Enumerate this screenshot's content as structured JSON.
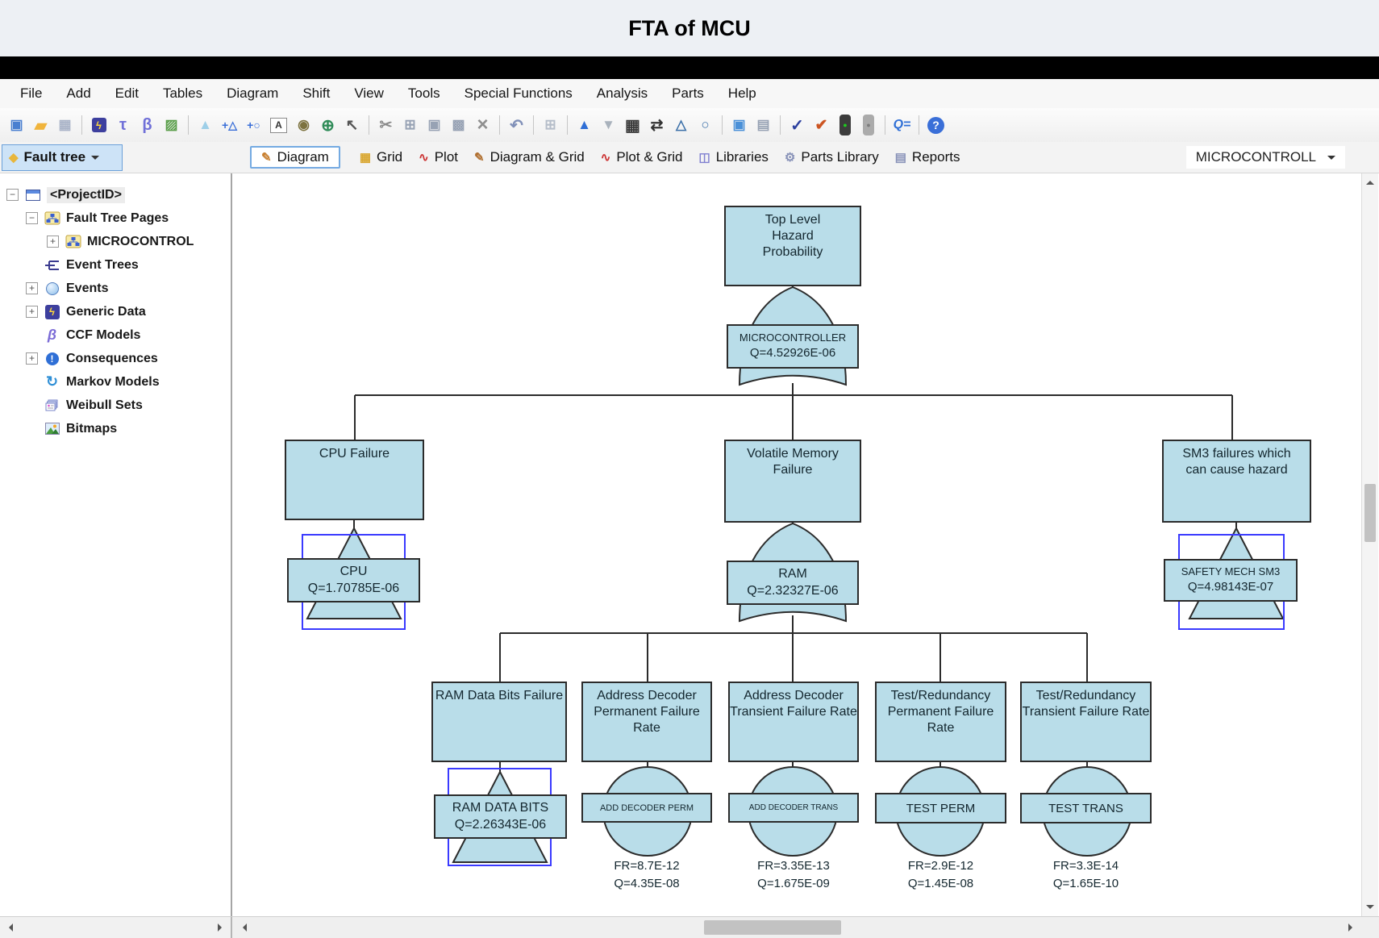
{
  "window": {
    "title": "FTA of MCU"
  },
  "menu": {
    "items": [
      "File",
      "Add",
      "Edit",
      "Tables",
      "Diagram",
      "Shift",
      "View",
      "Tools",
      "Special Functions",
      "Analysis",
      "Parts",
      "Help"
    ]
  },
  "toolbar": {
    "icons": [
      {
        "name": "new-project",
        "glyph": "▣"
      },
      {
        "name": "open-project",
        "glyph": "▰"
      },
      {
        "name": "save",
        "glyph": "▦"
      },
      {
        "name": "generic-data",
        "glyph": "ϟ"
      },
      {
        "name": "tau",
        "glyph": "τ"
      },
      {
        "name": "beta",
        "glyph": "β"
      },
      {
        "name": "image",
        "glyph": "▨"
      },
      {
        "name": "gate-wizard",
        "glyph": "▲"
      },
      {
        "name": "add-gate",
        "glyph": "+△"
      },
      {
        "name": "add-event",
        "glyph": "+○"
      },
      {
        "name": "text-box",
        "glyph": "A"
      },
      {
        "name": "search-document",
        "glyph": "◉"
      },
      {
        "name": "internet",
        "glyph": "⊕"
      },
      {
        "name": "select-cursor",
        "glyph": "↖"
      },
      {
        "name": "cut",
        "glyph": "✂"
      },
      {
        "name": "copy",
        "glyph": "⊞"
      },
      {
        "name": "paste",
        "glyph": "▣"
      },
      {
        "name": "paste-special",
        "glyph": "▩"
      },
      {
        "name": "delete",
        "glyph": "×"
      },
      {
        "name": "undo",
        "glyph": "↶"
      },
      {
        "name": "copy-page",
        "glyph": "⊞"
      },
      {
        "name": "move-up",
        "glyph": "▲"
      },
      {
        "name": "move-down",
        "glyph": "▼"
      },
      {
        "name": "grid-table",
        "glyph": "▦"
      },
      {
        "name": "fit-page",
        "glyph": "⇄"
      },
      {
        "name": "find-gate",
        "glyph": "△"
      },
      {
        "name": "find-event",
        "glyph": "○"
      },
      {
        "name": "computer-monitor",
        "glyph": "▣"
      },
      {
        "name": "report-options",
        "glyph": "▤"
      },
      {
        "name": "spell-check",
        "glyph": "✓"
      },
      {
        "name": "check-report",
        "glyph": "✔"
      },
      {
        "name": "traffic-light-go",
        "glyph": "●"
      },
      {
        "name": "traffic-light-stop",
        "glyph": "●"
      },
      {
        "name": "q-value",
        "glyph": "Q="
      },
      {
        "name": "help",
        "glyph": "?"
      }
    ]
  },
  "viewbar": {
    "scope_button": {
      "label": "Fault tree",
      "icon_glyph": "◆"
    },
    "views": [
      {
        "label": "Diagram",
        "glyph": "✎"
      },
      {
        "label": "Grid",
        "glyph": "▦"
      },
      {
        "label": "Plot",
        "glyph": "∿"
      },
      {
        "label": "Diagram & Grid",
        "glyph": "✎"
      },
      {
        "label": "Plot & Grid",
        "glyph": "∿"
      },
      {
        "label": "Libraries",
        "glyph": "◫"
      },
      {
        "label": "Parts Library",
        "glyph": "⚙"
      },
      {
        "label": "Reports",
        "glyph": "▤"
      }
    ],
    "page_selector": {
      "value": "MICROCONTROLL"
    }
  },
  "sidebar": {
    "items": [
      {
        "label": "<ProjectID>",
        "expander": "−"
      },
      {
        "label": "Fault Tree Pages",
        "expander": "−"
      },
      {
        "label": "MICROCONTROL",
        "expander": "+"
      },
      {
        "label": "Event Trees",
        "expander": ""
      },
      {
        "label": "Events",
        "expander": "+"
      },
      {
        "label": "Generic Data",
        "expander": "+"
      },
      {
        "label": "CCF Models",
        "expander": ""
      },
      {
        "label": "Consequences",
        "expander": "+"
      },
      {
        "label": "Markov Models",
        "expander": ""
      },
      {
        "label": "Weibull Sets",
        "expander": ""
      },
      {
        "label": "Bitmaps",
        "expander": ""
      }
    ]
  },
  "diagram": {
    "colors": {
      "node_fill": "#b9dde9",
      "node_border": "#2b2b2b",
      "selection": "#3a3aff"
    },
    "top": {
      "title": "Top Level Hazard Probability"
    },
    "microcontroller": {
      "name": "MICROCONTROLLER",
      "q": "Q=4.52926E-06"
    },
    "cpu_failure": {
      "title": "CPU Failure"
    },
    "volatile_memory": {
      "title": "Volatile Memory Failure"
    },
    "sm3_failures": {
      "title": "SM3 failures which can cause hazard"
    },
    "cpu": {
      "name": "CPU",
      "q": "Q=1.70785E-06"
    },
    "ram": {
      "name": "RAM",
      "q": "Q=2.32327E-06"
    },
    "safety_mech_sm3": {
      "name": "SAFETY MECH SM3",
      "q": "Q=4.98143E-07"
    },
    "ram_data_bits_failure": {
      "title": "RAM Data Bits Failure"
    },
    "addr_dec_perm_rate": {
      "title": "Address Decoder Permanent Failure Rate"
    },
    "addr_dec_trans_rate": {
      "title": "Address Decoder Transient Failure Rate"
    },
    "test_red_perm_rate": {
      "title": "Test/Redundancy Permanent Failure Rate"
    },
    "test_red_trans_rate": {
      "title": "Test/Redundancy Transient Failure Rate"
    },
    "ram_data_bits": {
      "name": "RAM DATA BITS",
      "q": "Q=2.26343E-06"
    },
    "add_decoder_perm": {
      "name": "ADD DECODER PERM",
      "fr": "FR=8.7E-12",
      "q": "Q=4.35E-08"
    },
    "add_decoder_trans": {
      "name": "ADD DECODER TRANS",
      "fr": "FR=3.35E-13",
      "q": "Q=1.675E-09"
    },
    "test_perm": {
      "name": "TEST PERM",
      "fr": "FR=2.9E-12",
      "q": "Q=1.45E-08"
    },
    "test_trans": {
      "name": "TEST TRANS",
      "fr": "FR=3.3E-14",
      "q": "Q=1.65E-10"
    }
  }
}
